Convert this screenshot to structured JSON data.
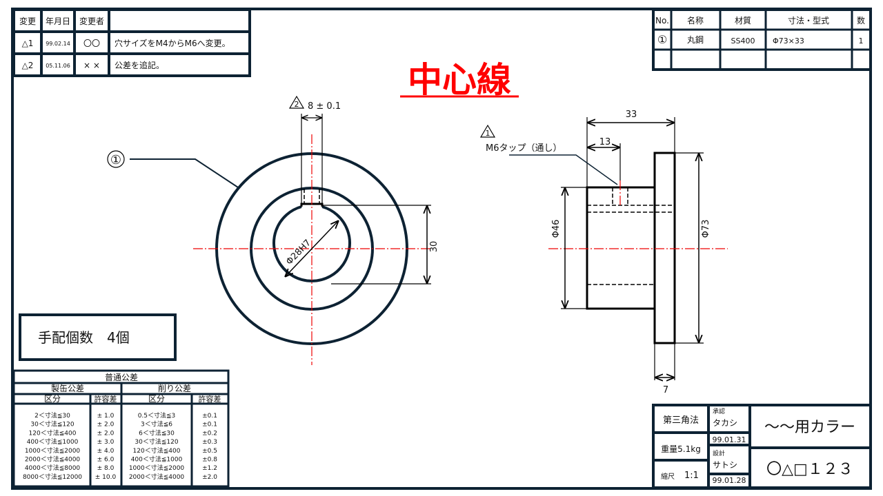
{
  "title": "中心線",
  "colors": {
    "frame": "#0d2233",
    "centerline": "#e00000",
    "title": "#ff0000"
  },
  "revisions": {
    "headers": [
      "変更",
      "年月日",
      "変更者",
      ""
    ],
    "rows": [
      {
        "mark": "△1",
        "date": "99.02.14",
        "by": "〇〇",
        "desc": "穴サイズをM4からM6へ変更。"
      },
      {
        "mark": "△2",
        "date": "05.11.06",
        "by": "× ×",
        "desc": "公差を追記。"
      }
    ]
  },
  "parts": {
    "headers": [
      "No.",
      "名称",
      "材質",
      "寸法・型式",
      "数"
    ],
    "rows": [
      {
        "no": "①",
        "name": "丸鋼",
        "material": "SS400",
        "size": "Φ73×33",
        "qty": "1"
      }
    ]
  },
  "front_view": {
    "balloon": "①",
    "rev_mark": "2",
    "key_dim": "8 ± 0.1",
    "bore": "Φ28H7",
    "height_dim": "30"
  },
  "side_view": {
    "rev_mark": "1",
    "tap_note": "M6タップ（通し）",
    "length": "33",
    "tap_pos": "13",
    "hub_dia": "Φ46",
    "flange_dia": "Φ73",
    "flange_thk": "7"
  },
  "quantity_note": "手配個数　4個",
  "tolerance": {
    "title": "普通公差",
    "sheet_metal": "製缶公差",
    "machining": "削り公差",
    "col_range": "区分",
    "col_tol": "許容差",
    "sheet_rows": [
      [
        "2＜寸法≦30",
        "± 1.0"
      ],
      [
        "30＜寸法≦120",
        "± 2.0"
      ],
      [
        "120＜寸法≦400",
        "± 2.0"
      ],
      [
        "400＜寸法≦1000",
        "± 3.0"
      ],
      [
        "1000＜寸法≦2000",
        "± 4.0"
      ],
      [
        "2000＜寸法≦4000",
        "± 6.0"
      ],
      [
        "4000＜寸法≦8000",
        "± 8.0"
      ],
      [
        "8000＜寸法≦12000",
        "± 10.0"
      ]
    ],
    "mach_rows": [
      [
        "0.5＜寸法≦3",
        "±0.1"
      ],
      [
        "3＜寸法≦6",
        "±0.1"
      ],
      [
        "6＜寸法≦30",
        "±0.2"
      ],
      [
        "30＜寸法≦120",
        "±0.3"
      ],
      [
        "120＜寸法≦400",
        "±0.5"
      ],
      [
        "400＜寸法≦1000",
        "±0.8"
      ],
      [
        "1000＜寸法≦2000",
        "±1.2"
      ],
      [
        "2000＜寸法≦4000",
        "±2.0"
      ]
    ]
  },
  "title_block": {
    "projection": "第三角法",
    "weight": "重量5.1kg",
    "scale_label": "縮尺",
    "scale": "1:1",
    "approved_label": "承認",
    "approved_by": "タカシ",
    "approved_date": "99.01.31",
    "designed_label": "設計",
    "designed_by": "サトシ",
    "designed_date": "99.01.28",
    "part_name": "～～用カラー",
    "drawing_no": "〇△□１２３"
  }
}
